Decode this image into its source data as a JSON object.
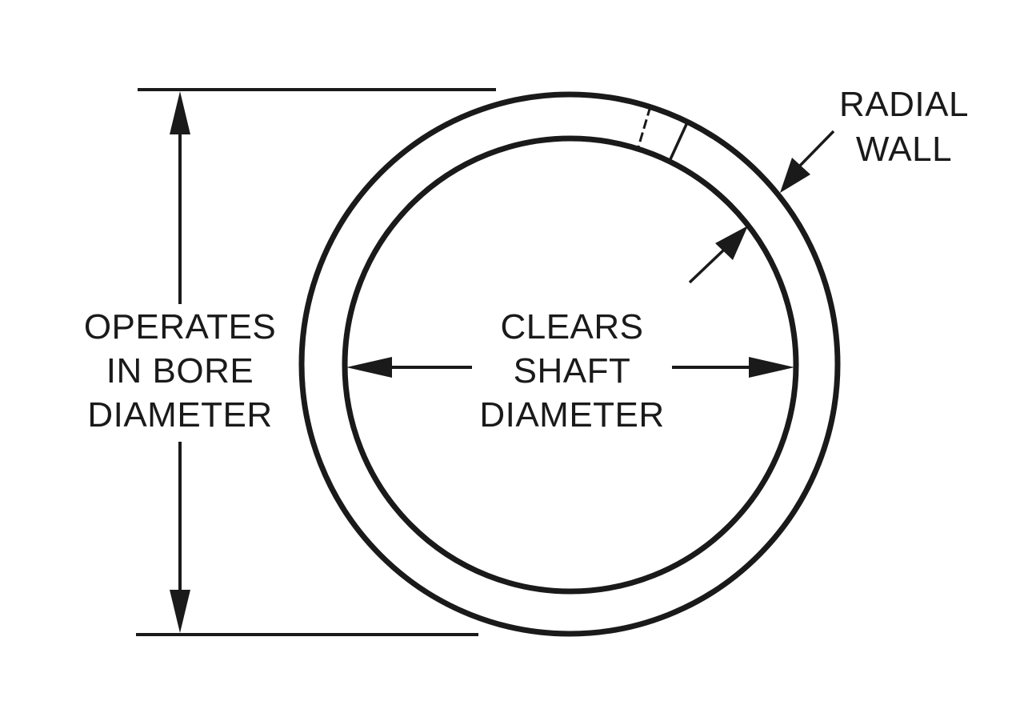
{
  "labels": {
    "bore": [
      "OPERATES",
      "IN BORE",
      "DIAMETER"
    ],
    "shaft": [
      "CLEARS",
      "SHAFT",
      "DIAMETER"
    ],
    "wall": [
      "RADIAL",
      "WALL"
    ]
  },
  "colors": {
    "line": "#1a1a1a",
    "background": "#ffffff"
  }
}
